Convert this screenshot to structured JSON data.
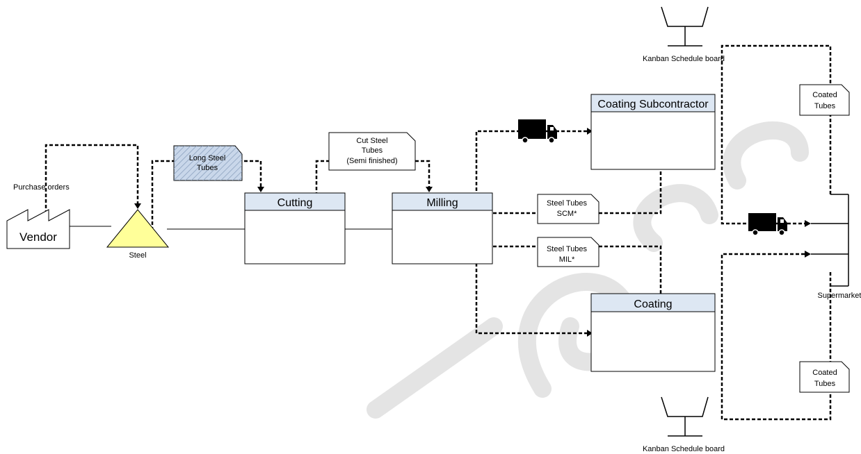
{
  "labels": {
    "purchase_orders": "Purchase orders",
    "vendor": "Vendor",
    "steel": "Steel",
    "supermarket": "Supermarket",
    "kanban_top": "Kanban Schedule board",
    "kanban_bottom": "Kanban Schedule board"
  },
  "processes": {
    "cutting": "Cutting",
    "milling": "Milling",
    "coating_subcontractor": "Coating Subcontractor",
    "coating": "Coating"
  },
  "notes": {
    "long_steel_tubes": [
      "Long Steel",
      "Tubes"
    ],
    "cut_steel_tubes": [
      "Cut Steel",
      "Tubes",
      "(Semi finished)"
    ],
    "steel_tubes_scm": [
      "Steel Tubes",
      "SCM*"
    ],
    "steel_tubes_mil": [
      "Steel Tubes",
      "MIL*"
    ],
    "coated_tubes_top": [
      "Coated",
      "Tubes"
    ],
    "coated_tubes_bottom": [
      "Coated",
      "Tubes"
    ]
  },
  "colors": {
    "process_header": "#dde7f3",
    "inventory_triangle": "#ffff99",
    "long_tubes_note": "#c9d7ea",
    "watermark": "#e6e6e6"
  },
  "icons": [
    "factory-icon",
    "inventory-triangle-icon",
    "truck-icon",
    "kanban-board-icon",
    "supermarket-icon"
  ]
}
